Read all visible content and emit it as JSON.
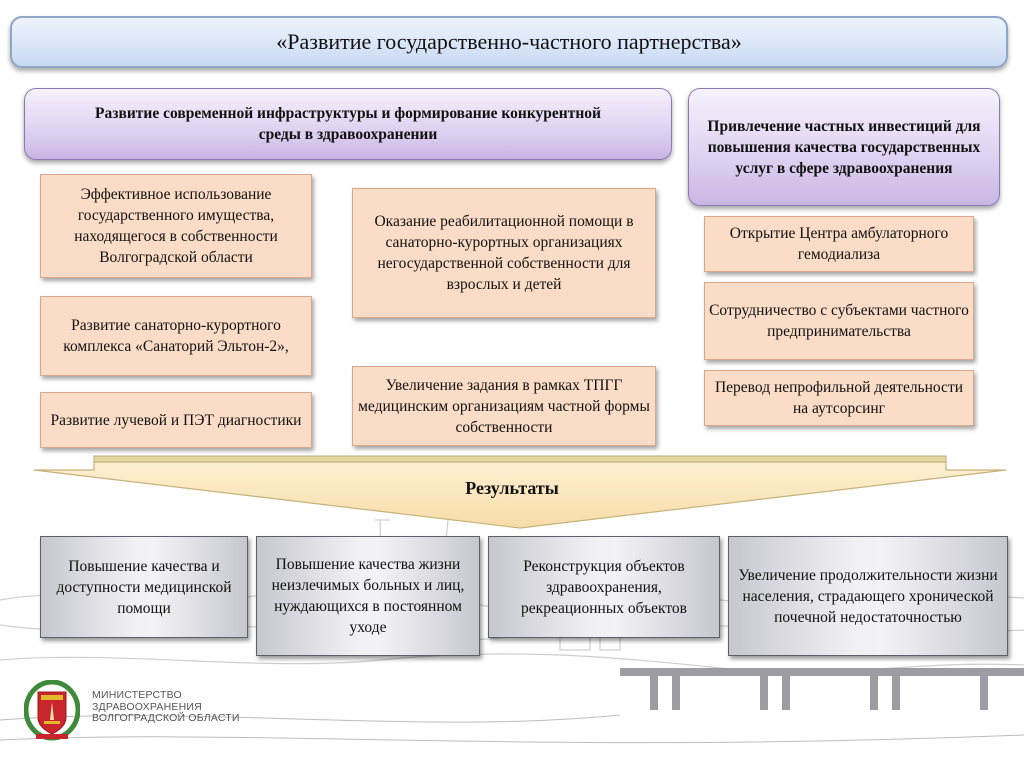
{
  "title": "«Развитие государственно-частного партнерства»",
  "headers": {
    "left": "Развитие современной инфраструктуры и формирование конкурентной среды  в здравоохранении",
    "right": "Привлечение частных инвестиций для повышения качества государственных услуг в сфере здравоохранения"
  },
  "left_column": [
    "Эффективное использование государственного имущества, находящегося в собственности Волгоградской области",
    "Развитие санаторно-курортного комплекса «Санаторий Эльтон-2»,",
    "Развитие лучевой и ПЭТ диагностики"
  ],
  "middle_column": [
    "Оказание реабилитационной помощи в санаторно-курортных организациях негосударственной собственности для взрослых и детей",
    "Увеличение задания в рамках ТПГГ медицинским организациям частной формы собственности"
  ],
  "right_column": [
    "Открытие Центра амбулаторного гемодиализа",
    "Сотрудничество с субъектами частного предпринимательства",
    "Перевод непрофильной деятельности на аутсорсинг"
  ],
  "results_label": "Результаты",
  "results": [
    "Повышение качества и доступности медицинской помощи",
    "Повышение качества жизни неизлечимых больных  и лиц, нуждающихся в постоянном уходе",
    "Реконструкция объектов здравоохранения, рекреационных объектов",
    "Увеличение продолжительности жизни населения, страдающего хронической почечной недостаточностью"
  ],
  "logo": {
    "line1": "МИНИСТЕРСТВО",
    "line2": "ЗДРАВООХРАНЕНИЯ",
    "line3": "ВОЛГОГРАДСКОЙ ОБЛАСТИ",
    "emblem_icon": "volgograd-coat-of-arms-icon"
  },
  "colors": {
    "title_bg": "#c9daf3",
    "header_bg": "#ded1f0",
    "box_bg": "#fbdcc6",
    "arrow_fill": "#fbe3b9",
    "result_bg": "#e6e6ea"
  }
}
